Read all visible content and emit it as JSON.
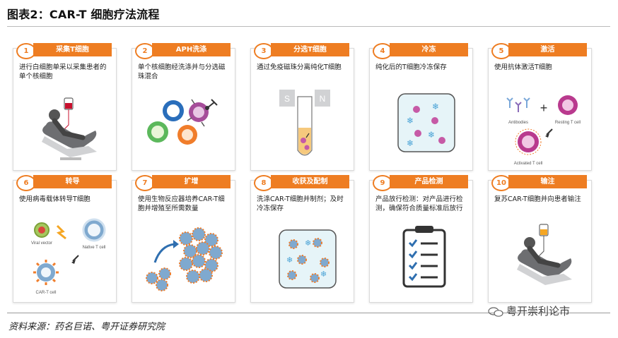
{
  "title": "图表2：CAR-T 细胞疗法流程",
  "source": "资料来源：药名巨诺、粤开证券研究院",
  "watermark": "粤开崇利论市",
  "accent_color": "#ee7d22",
  "steps": [
    {
      "num": "1",
      "label": "采集T细胞",
      "desc": "进行白细胞单采以采集患者的单个核细胞",
      "icon": "patient-chair-blood-bag"
    },
    {
      "num": "2",
      "label": "APH洗涤",
      "desc": "单个核细胞经洗涤并与分选磁珠混合",
      "icon": "cells-with-beads"
    },
    {
      "num": "3",
      "label": "分选T细胞",
      "desc": "通过免疫磁珠分离纯化T细胞",
      "icon": "magnet-test-tube",
      "art_text": {
        "magnet_left": "S",
        "magnet_right": "N"
      }
    },
    {
      "num": "4",
      "label": "冷冻",
      "desc": "纯化后的T细胞冷冻保存",
      "icon": "frozen-cells-dish"
    },
    {
      "num": "5",
      "label": "激活",
      "desc": "使用抗体激活T细胞",
      "icon": "antibody-activation",
      "art_text": {
        "antibodies": "Antibodies",
        "plus": "+",
        "resting": "Resting T cell",
        "activated": "Activated T cell"
      }
    },
    {
      "num": "6",
      "label": "转导",
      "desc": "使用病毒载体转导T细胞",
      "icon": "viral-transduction",
      "art_text": {
        "viral": "Viral vector",
        "native": "Native T cell",
        "cart": "CAR-T cell"
      }
    },
    {
      "num": "7",
      "label": "扩增",
      "desc": "使用生物反应器培养CAR-T细胞并增殖至所需数量",
      "icon": "cell-expansion"
    },
    {
      "num": "8",
      "label": "收获及配制",
      "desc": "洗涤CAR-T细胞并制剂；及时冷冻保存",
      "icon": "harvest-dish"
    },
    {
      "num": "9",
      "label": "产品检测",
      "desc": "产品放行检测：对产品进行检测，确保符合质量标准后放行",
      "icon": "clipboard-checklist"
    },
    {
      "num": "10",
      "label": "输注",
      "desc": "复苏CAR-T细胞并向患者输注",
      "icon": "patient-chair-infusion"
    }
  ]
}
